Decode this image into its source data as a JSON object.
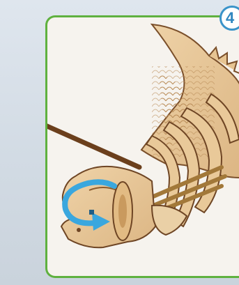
{
  "instruction": {
    "step_number": "4",
    "accent_color": "#5fb13f",
    "badge_color": "#3a93c9",
    "arrow_color": "#3aa7de"
  },
  "illustration": {
    "icon": "wooden-dragon-model",
    "overlay_icon": "rotate-arrow"
  }
}
